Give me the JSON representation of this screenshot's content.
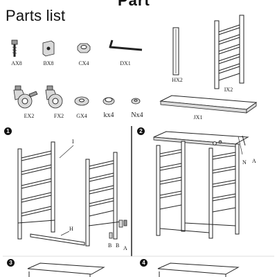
{
  "header_cut": "Part",
  "title": "Parts list",
  "parts_top": [
    {
      "label": "AX8",
      "icon": "bolt-icon"
    },
    {
      "label": "BX8",
      "icon": "bracket-plate-icon"
    },
    {
      "label": "CX4",
      "icon": "hex-nut-icon"
    },
    {
      "label": "DX1",
      "icon": "allen-key-icon"
    }
  ],
  "parts_bottom": [
    {
      "label": "EX2",
      "icon": "locking-caster-icon"
    },
    {
      "label": "FX2",
      "icon": "caster-icon"
    },
    {
      "label": "GX4",
      "icon": "washer-icon"
    },
    {
      "label": "kx4",
      "icon": "round-cap-icon"
    },
    {
      "label": "Nx4",
      "icon": "small-washer-icon"
    }
  ],
  "parts_large": [
    {
      "label": "HX2",
      "icon": "crossbar-icon"
    },
    {
      "label": "IX2",
      "icon": "side-frame-icon"
    },
    {
      "label": "JX1",
      "icon": "top-board-icon"
    }
  ],
  "steps": [
    {
      "number": "1",
      "callouts": [
        "I",
        "H",
        "B",
        "B",
        "A"
      ]
    },
    {
      "number": "2",
      "callouts": [
        "N",
        "A"
      ]
    },
    {
      "number": "3",
      "callouts": []
    },
    {
      "number": "4",
      "callouts": []
    }
  ]
}
